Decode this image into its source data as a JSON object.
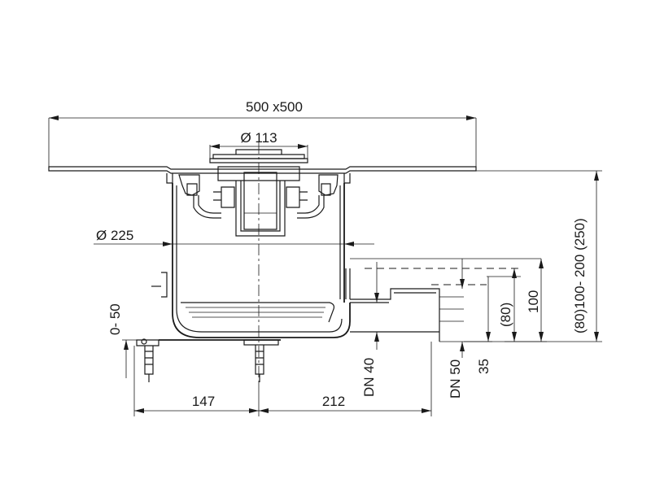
{
  "labels": {
    "width_overall": "500 x500",
    "grate_diameter": "Ø 113",
    "body_diameter": "Ø 225",
    "height_range_left": "0- 50",
    "outlet_left_size": "DN 40",
    "outlet_right_size": "DN 50",
    "dim_35": "35",
    "dim_80": "(80)",
    "dim_100": "100",
    "height_range_right": "(80)100- 200  (250)",
    "dim_147": "147",
    "dim_212": "212"
  }
}
